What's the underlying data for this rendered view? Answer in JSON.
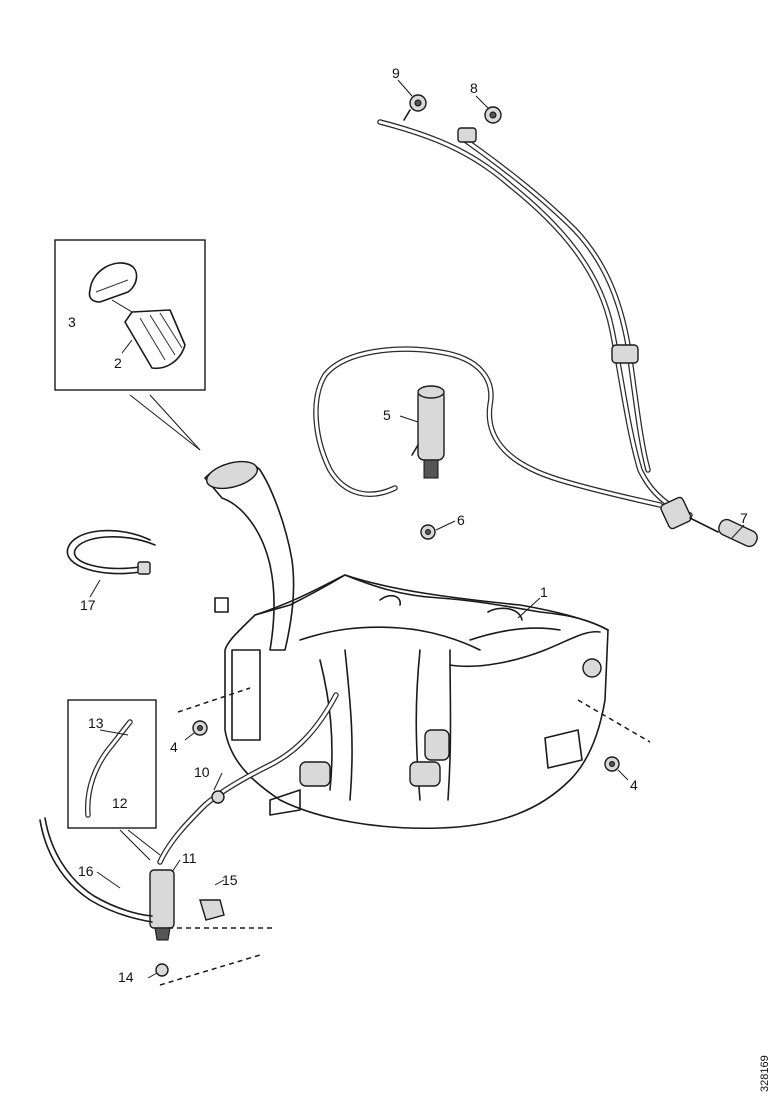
{
  "callouts": {
    "c1": "1",
    "c2": "2",
    "c3": "3",
    "c4a": "4",
    "c4b": "4",
    "c5": "5",
    "c6": "6",
    "c7": "7",
    "c8": "8",
    "c9": "9",
    "c10": "10",
    "c11": "11",
    "c12": "12",
    "c13": "13",
    "c14": "14",
    "c15": "15",
    "c16": "16",
    "c17": "17"
  },
  "reference_number": "328169"
}
